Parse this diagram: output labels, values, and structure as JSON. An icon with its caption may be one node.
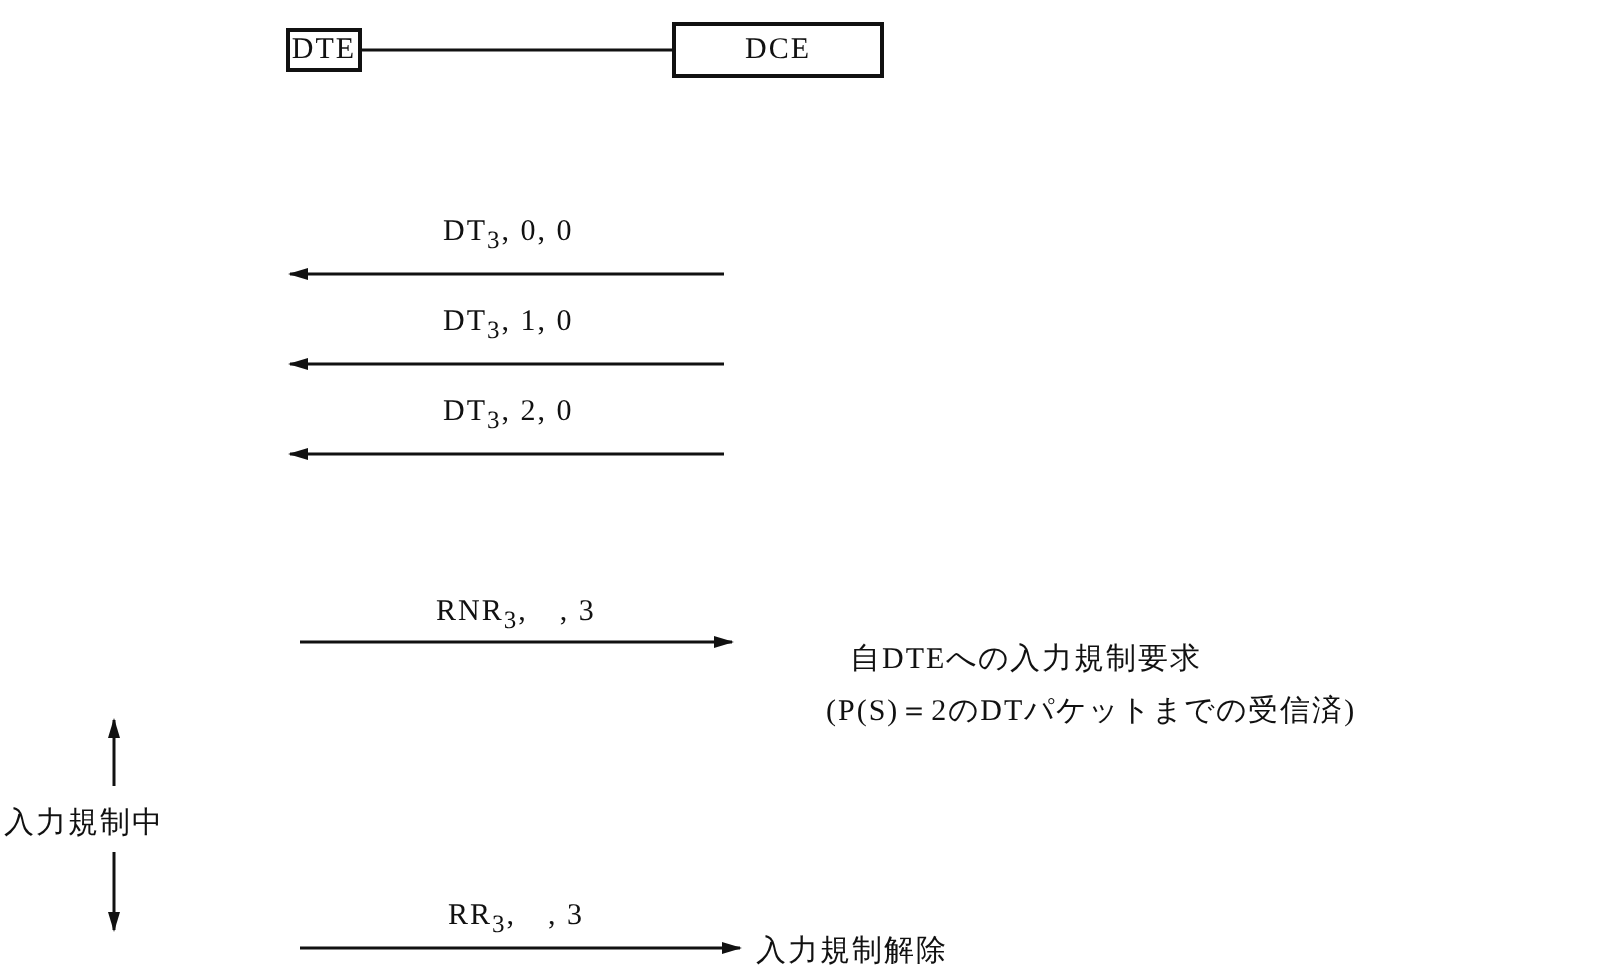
{
  "diagram": {
    "nodes": [
      {
        "text": [
          "DTE"
        ]
      },
      {
        "text": [
          "DCE"
        ]
      }
    ],
    "edges": [
      {
        "from": 0,
        "to": 1,
        "arrow": "none"
      }
    ],
    "labels": [
      "DT$_{3}$, 0, 0",
      "DT$_{3}$, 1, 0",
      "DT$_{3}$, 2, 0",
      "RNR$_{3}$,　, 3",
      "自DTEへの入力規制要求",
      "(P(S)＝2のDTパケットまでの受信済)",
      "入力規制中",
      "RR$_{3}$,　, 3",
      "入力規制解除"
    ]
  }
}
